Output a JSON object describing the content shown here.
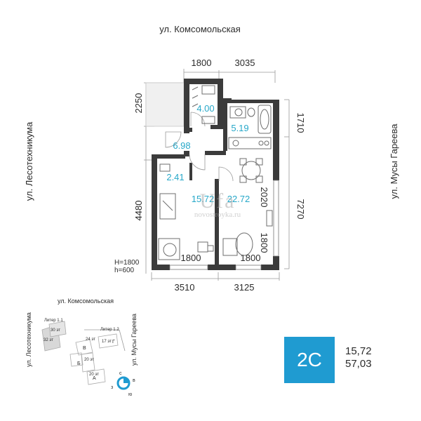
{
  "streets": {
    "top": "ул. Комсомольская",
    "left": "ул. Лесотехникума",
    "right": "ул. Мусы Гареева"
  },
  "dimensions": {
    "top_left": "1800",
    "top_right": "3035",
    "left_top": "2250",
    "left_bottom": "4480",
    "right_top": "1710",
    "right_bottom": "7270",
    "inner_vertical_1": "2020",
    "inner_vertical_2": "1800",
    "window_left": "1800",
    "window_right": "1800",
    "bottom_left": "3510",
    "bottom_right": "3125",
    "height_h_upper": "H=1800",
    "height_h_lower": "h=600"
  },
  "rooms": {
    "bathroom": "4.00",
    "kitchen_top": "5.19",
    "hall": "6.98",
    "wardrobe": "2.41",
    "bedroom": "15.72",
    "living": "22.72"
  },
  "watermark": {
    "big": "Ufa",
    "small": "novostroyka.ru"
  },
  "minimap": {
    "street_top": "ул. Комсомольская",
    "street_left": "ул. Лесотехникума",
    "street_right": "ул. Мусы Гареева",
    "liter_1_1": "Литер 1.1",
    "liter_1_2": "Литер 1.2",
    "floors_30": "30 эт",
    "floors_32": "32 эт",
    "floors_24": "24 эт",
    "floors_17": "17 эт",
    "floors_20a": "20 эт",
    "floors_20b": "20 эт",
    "block_v": "В",
    "block_g": "Г",
    "block_b": "Б",
    "block_a": "А",
    "compass_n": "с",
    "compass_e": "в",
    "compass_s": "ю",
    "compass_w": "з"
  },
  "apartment": {
    "type": "2С",
    "living_area": "15,72",
    "total_area": "57,03"
  },
  "colors": {
    "accent": "#1f9bd1",
    "room_label": "#27a8c9",
    "wall": "#3b3b3b"
  }
}
